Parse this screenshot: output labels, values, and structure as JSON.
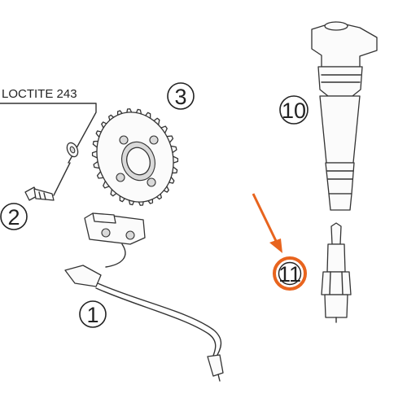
{
  "diagram": {
    "loctite_label": "LOCTITE 243",
    "callouts": {
      "sensor": "1",
      "bolt": "2",
      "trigger_wheel": "3",
      "ignition_coil": "10",
      "spark_plug": "11"
    },
    "highlight_color": "#e8641e",
    "line_color": "#333333"
  }
}
